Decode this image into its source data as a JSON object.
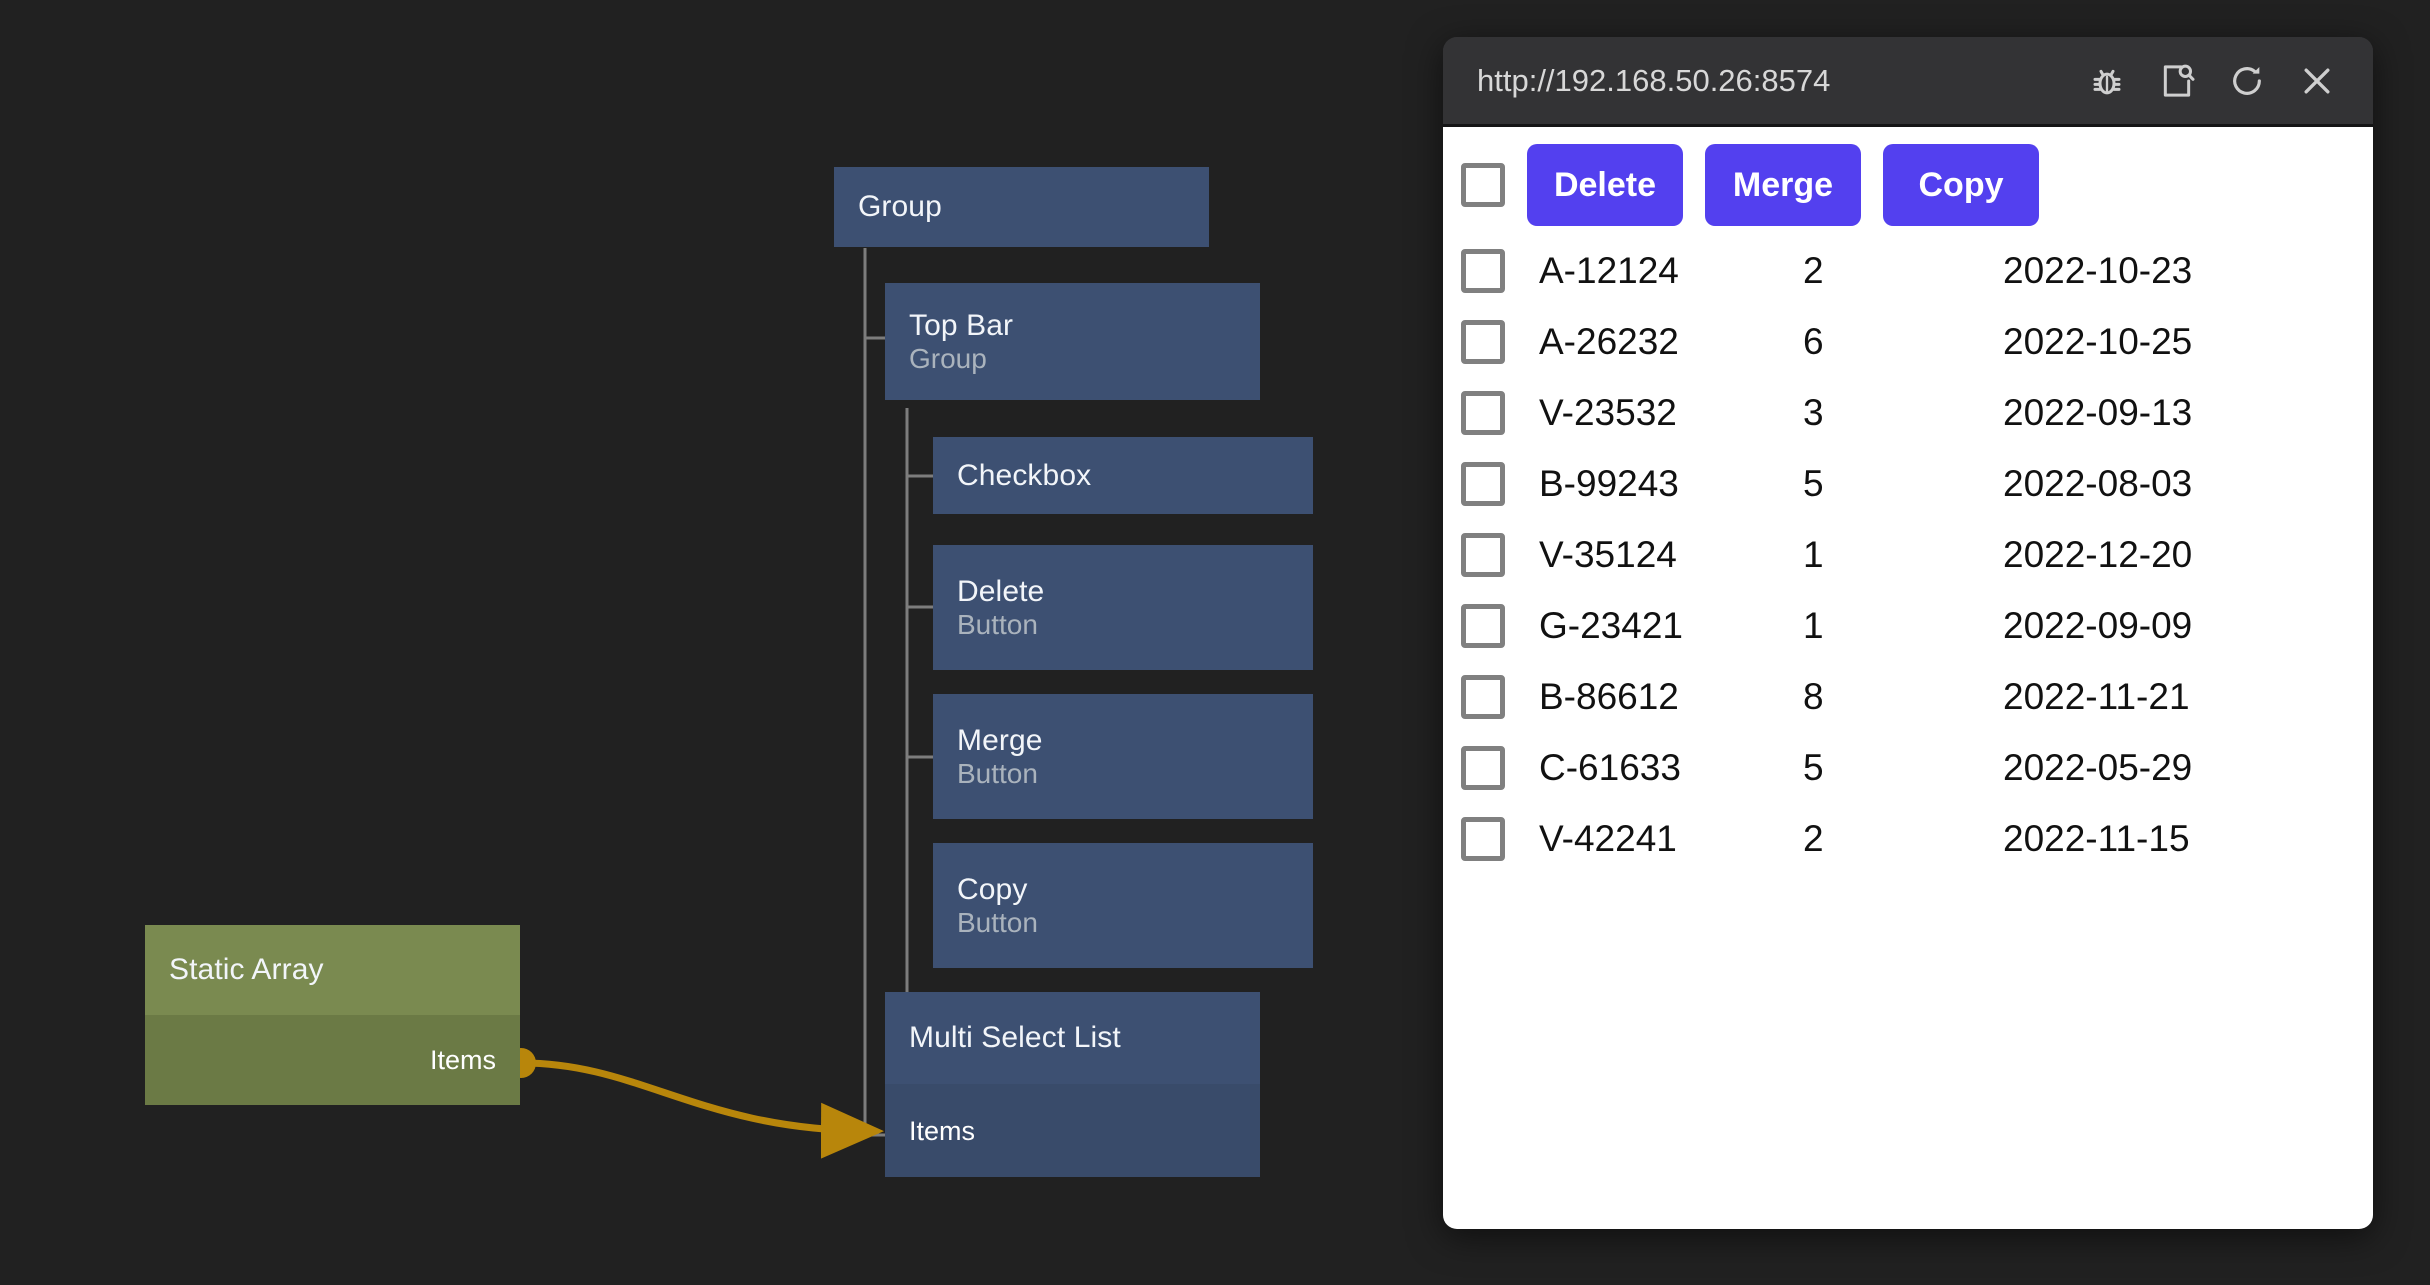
{
  "canvas": {
    "background": "#212121",
    "edge_color": "#b8860b"
  },
  "graph": {
    "nodes": [
      {
        "title": "Group",
        "subtitle": "",
        "kind": "blue",
        "port": ""
      },
      {
        "title": "Top Bar",
        "subtitle": "Group",
        "kind": "blue",
        "port": ""
      },
      {
        "title": "Checkbox",
        "subtitle": "",
        "kind": "blue",
        "port": ""
      },
      {
        "title": "Delete",
        "subtitle": "Button",
        "kind": "blue",
        "port": ""
      },
      {
        "title": "Merge",
        "subtitle": "Button",
        "kind": "blue",
        "port": ""
      },
      {
        "title": "Copy",
        "subtitle": "Button",
        "kind": "blue",
        "port": ""
      },
      {
        "title": "Multi Select List",
        "subtitle": "",
        "kind": "blue",
        "port": "Items"
      },
      {
        "title": "Static Array",
        "subtitle": "",
        "kind": "green",
        "port": "Items"
      }
    ]
  },
  "browser": {
    "url": "http://192.168.50.26:8574",
    "toolbar_icons": [
      {
        "name": "bug-icon",
        "title": "Debug"
      },
      {
        "name": "inspect-icon",
        "title": "Inspect"
      },
      {
        "name": "reload-icon",
        "title": "Reload"
      },
      {
        "name": "close-icon",
        "title": "Close"
      }
    ],
    "accent_color": "#5340ef"
  },
  "page": {
    "select_all_checkbox": false,
    "actions": [
      {
        "label": "Delete"
      },
      {
        "label": "Merge"
      },
      {
        "label": "Copy"
      }
    ],
    "rows": [
      {
        "id": "A-12124",
        "qty": "2",
        "date": "2022-10-23",
        "checked": false
      },
      {
        "id": "A-26232",
        "qty": "6",
        "date": "2022-10-25",
        "checked": false
      },
      {
        "id": "V-23532",
        "qty": "3",
        "date": "2022-09-13",
        "checked": false
      },
      {
        "id": "B-99243",
        "qty": "5",
        "date": "2022-08-03",
        "checked": false
      },
      {
        "id": "V-35124",
        "qty": "1",
        "date": "2022-12-20",
        "checked": false
      },
      {
        "id": "G-23421",
        "qty": "1",
        "date": "2022-09-09",
        "checked": false
      },
      {
        "id": "B-86612",
        "qty": "8",
        "date": "2022-11-21",
        "checked": false
      },
      {
        "id": "C-61633",
        "qty": "5",
        "date": "2022-05-29",
        "checked": false
      },
      {
        "id": "V-42241",
        "qty": "2",
        "date": "2022-11-15",
        "checked": false
      }
    ]
  }
}
